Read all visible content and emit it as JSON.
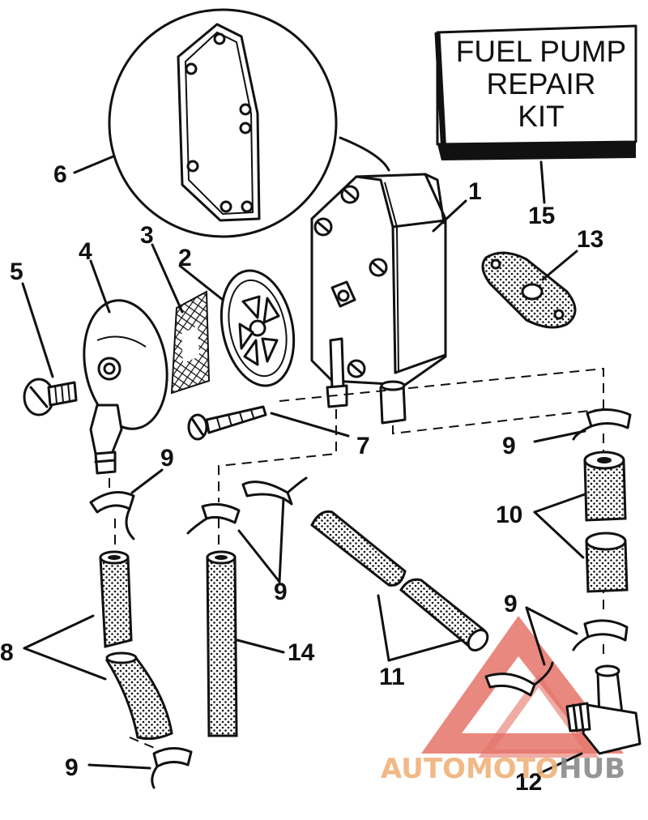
{
  "kit_box": {
    "line1": "FUEL PUMP",
    "line2": "REPAIR",
    "line3": "KIT"
  },
  "callouts": {
    "c1": "1",
    "c2": "2",
    "c3": "3",
    "c4": "4",
    "c5": "5",
    "c6": "6",
    "c7": "7",
    "c8": "8",
    "c9": "9",
    "c10": "10",
    "c11": "11",
    "c12": "12",
    "c13": "13",
    "c14": "14",
    "c15": "15"
  },
  "watermark": {
    "part1": "AUTOMOTO",
    "part2": "HUB",
    "color_main": "#f0b27a",
    "color_accent": "#8a8a8a",
    "triangle_color": "#e57368"
  }
}
